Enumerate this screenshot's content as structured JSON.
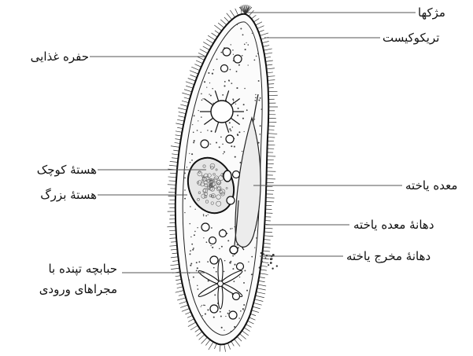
{
  "labels": {
    "cilia": "مژکها",
    "trichocyst": "تریکوکیست",
    "oral_groove": "حفره غذایی",
    "micronucleus": "هستهٔ کوچک",
    "macronucleus": "هستهٔ بزرگ",
    "food_vacuole": "معده یاخته",
    "cytostome": "دهانهٔ معده یاخته",
    "cytoproct": "دهانهٔ مخرج یاخته",
    "contractile_vacuole_line1": "حبابچه تپنده با",
    "contractile_vacuole_line2": "مجراهای ورودی"
  },
  "colors": {
    "ink": "#111111",
    "background": "#ffffff"
  }
}
